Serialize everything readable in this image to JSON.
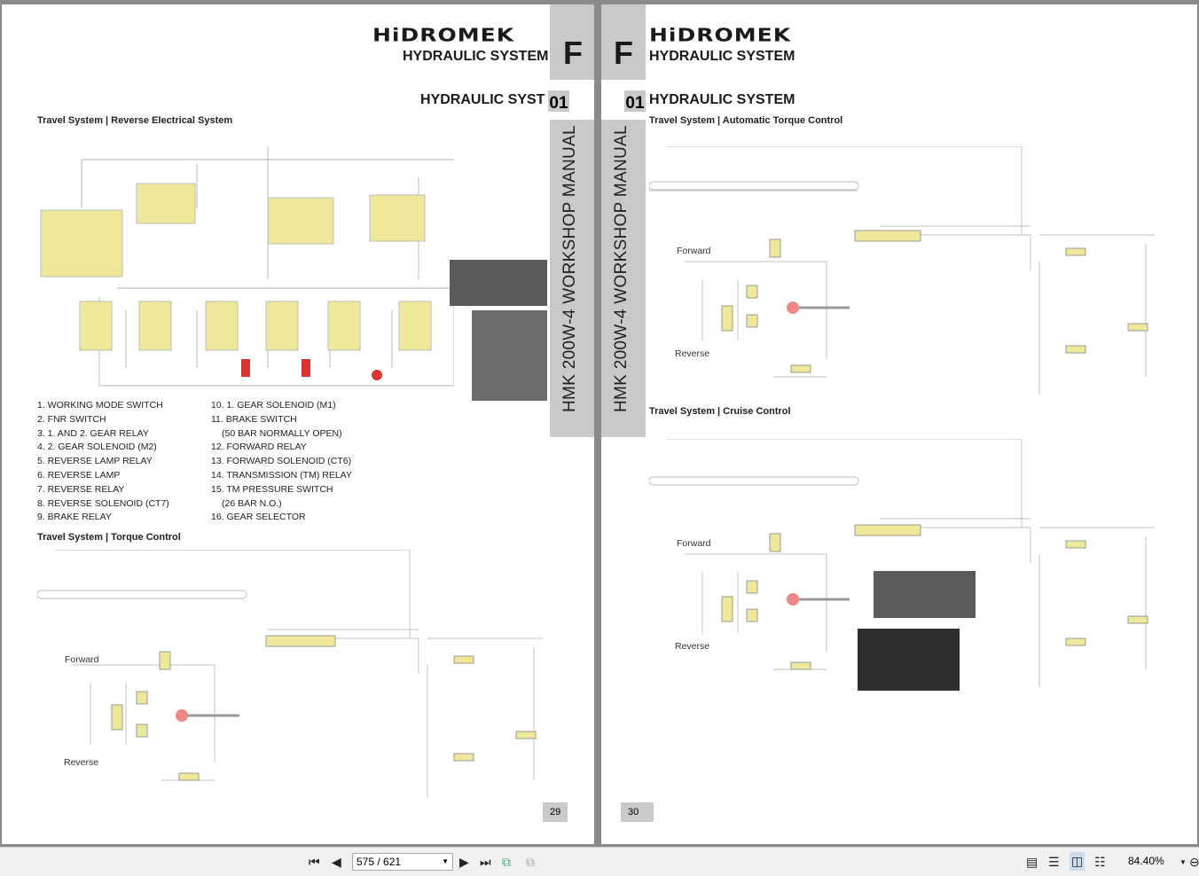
{
  "left_page": {
    "logo": "HiDROMEK",
    "section_title": "HYDRAULIC SYSTEM",
    "section_letter": "F",
    "chapter_title": "HYDRAULIC SYSTEM",
    "chapter_num": "01",
    "side_text": "HMK 200W-4 WORKSHOP MANUAL",
    "fig1_title": "Travel System | Reverse Electrical System",
    "legend_col1": [
      "1. WORKING MODE SWITCH",
      "2. FNR SWITCH",
      "3. 1. AND 2. GEAR RELAY",
      "4. 2. GEAR SOLENOID (M2)",
      "5. REVERSE LAMP RELAY",
      "6. REVERSE LAMP",
      "7. REVERSE RELAY",
      "8. REVERSE SOLENOID (CT7)",
      "9. BRAKE RELAY"
    ],
    "legend_col2": [
      "10. 1. GEAR SOLENOID (M1)",
      "11. BRAKE SWITCH",
      "(50 BAR NORMALLY OPEN)",
      "12. FORWARD RELAY",
      "13. FORWARD SOLENOID (CT6)",
      "14. TRANSMISSION (TM) RELAY",
      "15. TM PRESSURE SWITCH",
      "(26 BAR N.O.)",
      "16. GEAR SELECTOR"
    ],
    "fig2_title": "Travel System | Torque Control",
    "forward": "Forward",
    "reverse": "Reverse",
    "page_number": "29"
  },
  "right_page": {
    "logo": "HiDROMEK",
    "section_title": "HYDRAULIC SYSTEM",
    "section_letter": "F",
    "chapter_title": "HYDRAULIC SYSTEM",
    "chapter_num": "01",
    "side_text": "HMK 200W-4 WORKSHOP MANUAL",
    "fig1_title": "Travel System | Automatic Torque Control",
    "fig2_title": "Travel System | Cruise Control",
    "forward": "Forward",
    "reverse": "Reverse",
    "page_number": "30"
  },
  "toolbar": {
    "page_field": "575 / 621",
    "zoom": "84.40%"
  }
}
